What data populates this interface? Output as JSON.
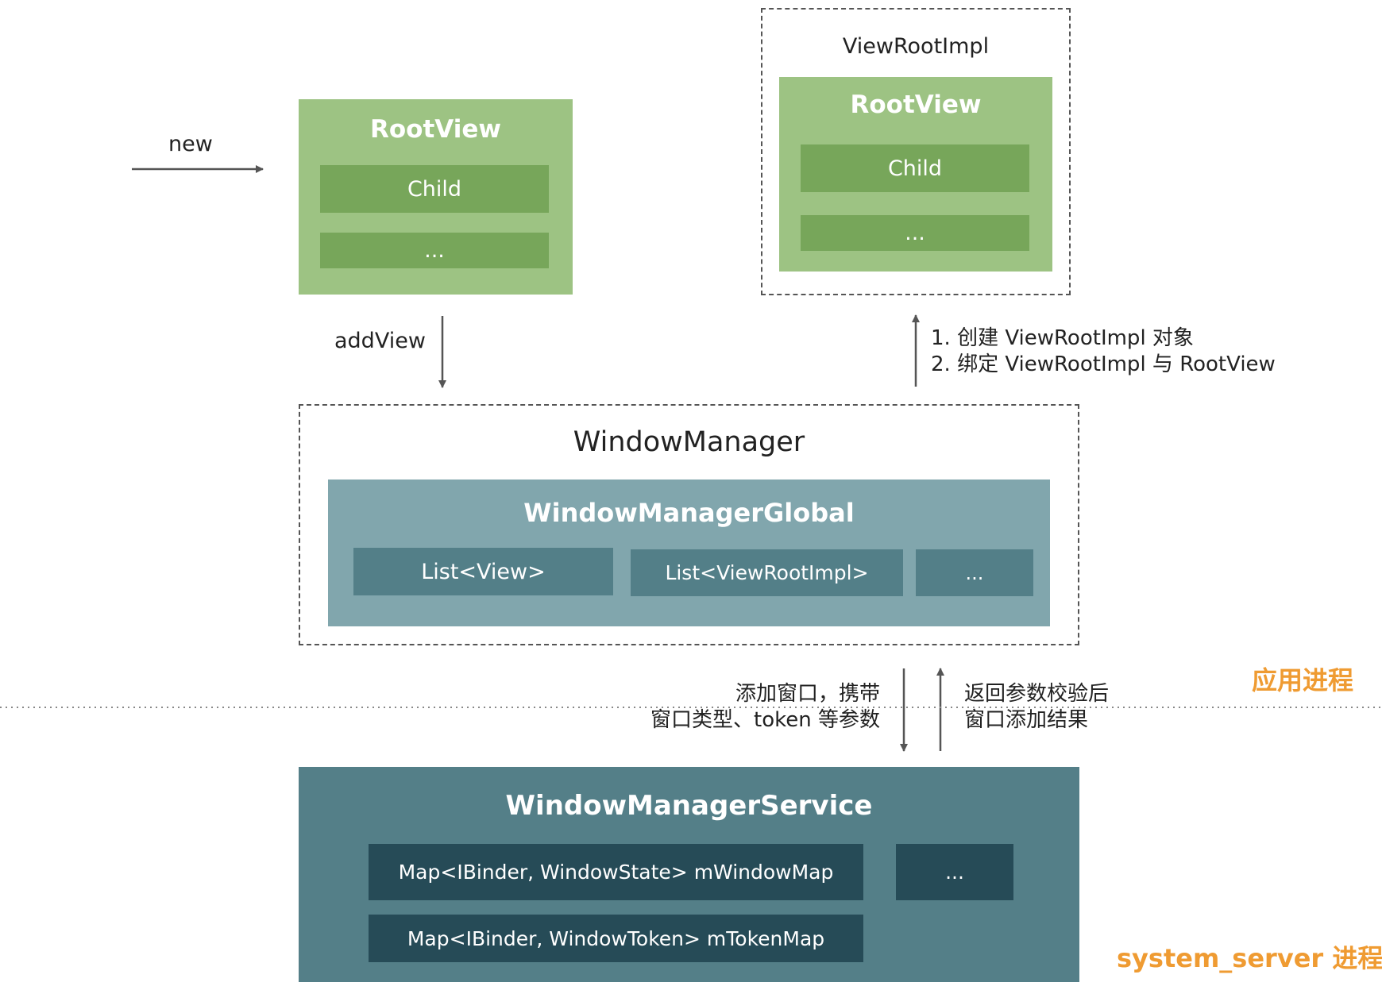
{
  "left_rootview": {
    "new_label": "new",
    "title": "RootView",
    "child_label": "Child",
    "more_label": "..."
  },
  "addview_label": "addView",
  "viewrootimpl": {
    "title": "ViewRootImpl",
    "rootview_title": "RootView",
    "child_label": "Child",
    "more_label": "..."
  },
  "create_notes": {
    "line1": "1. 创建 ViewRootImpl 对象",
    "line2": "2. 绑定 ViewRootImpl 与 RootView"
  },
  "window_manager": {
    "title": "WindowManager",
    "global_title": "WindowManagerGlobal",
    "items": [
      "List<View>",
      "List<ViewRootImpl>",
      "..."
    ]
  },
  "process_labels": {
    "app": "应用进程",
    "system": "system_server 进程"
  },
  "ipc_notes": {
    "request_line1": "添加窗口，携带",
    "request_line2": "窗口类型、token 等参数",
    "response_line1": "返回参数校验后",
    "response_line2": "窗口添加结果"
  },
  "window_manager_service": {
    "title": "WindowManagerService",
    "window_map": "Map<IBinder, WindowState> mWindowMap",
    "token_map": "Map<IBinder, WindowToken> mTokenMap",
    "more_label": "..."
  },
  "colors": {
    "accent_orange": "#ef9b32",
    "green_outer": "#9dc383",
    "green_inner": "#77a65a",
    "wmg_outer": "#81a6ad",
    "wmg_inner": "#537f88",
    "wms_outer": "#547f88",
    "wms_inner": "#264b57"
  }
}
